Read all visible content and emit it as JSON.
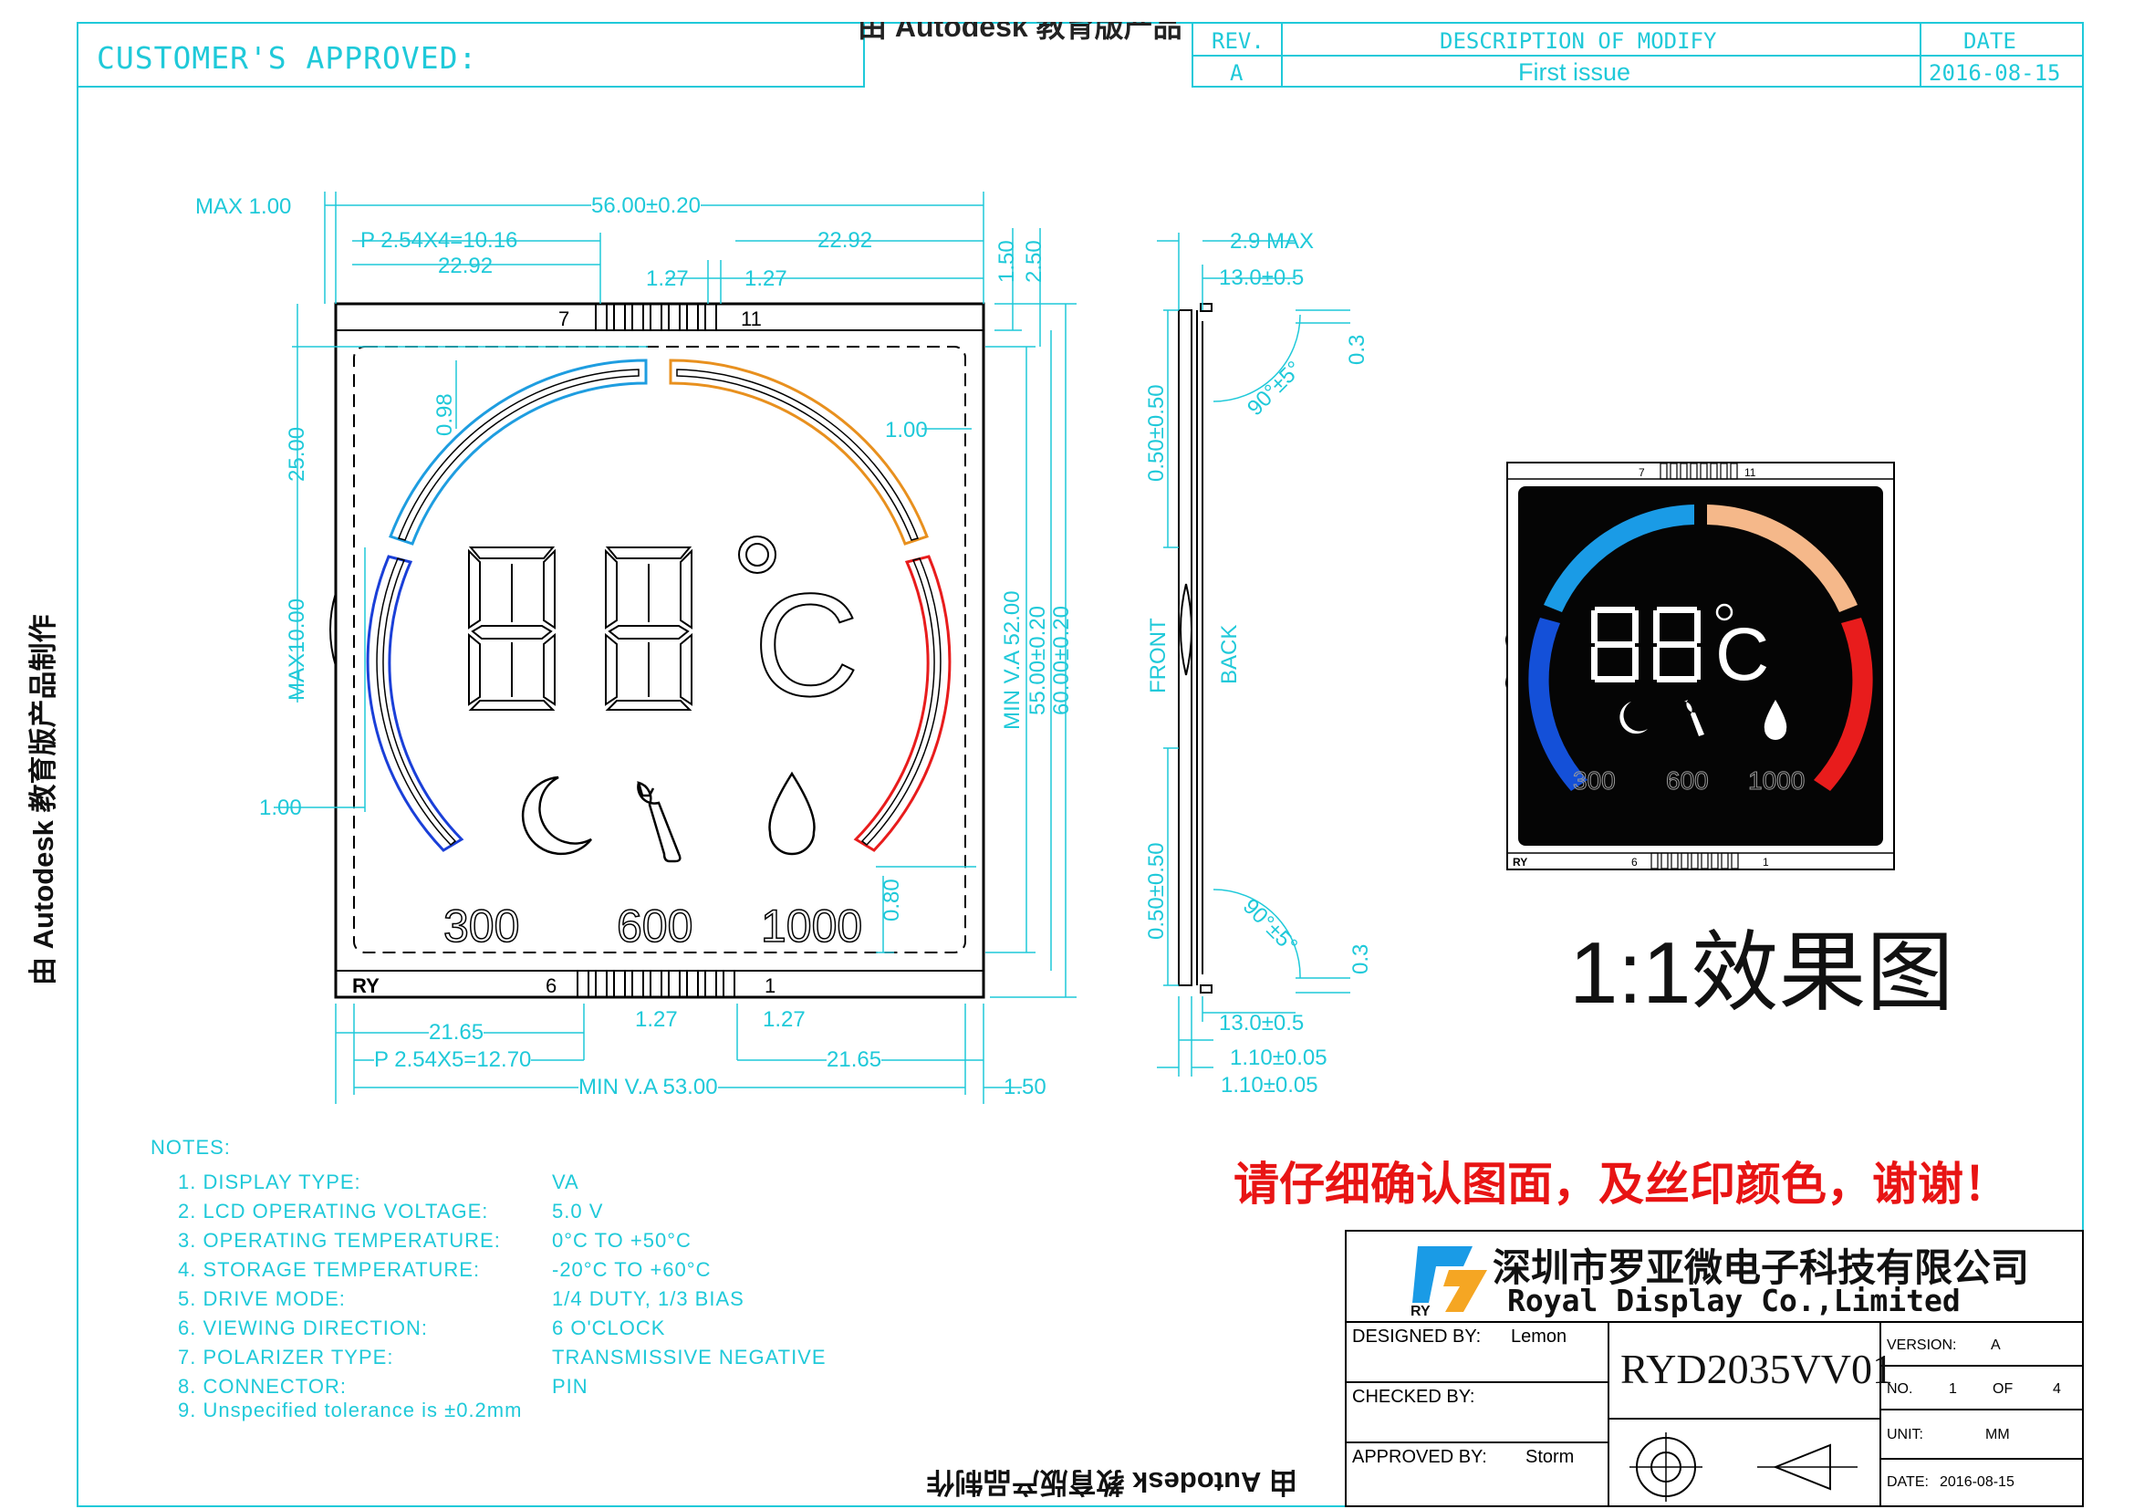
{
  "header": {
    "customer_approved": "CUSTOMER'S  APPROVED:",
    "rev_header": "REV.",
    "desc_header": "DESCRIPTION  OF  MODIFY",
    "date_header": "DATE",
    "rev_value": "A",
    "desc_value": "First  issue",
    "date_value": "2016-08-15",
    "watermark_top": "由 Autodesk 教育版产品制作"
  },
  "watermarks": {
    "left": "由 Autodesk 教育版产品制作",
    "bottom": "由 Autodesk 教育版产品制作"
  },
  "front_view": {
    "dims": {
      "max_1": "MAX  1.00",
      "overall_width": "56.00±0.20",
      "pitch_top": "P  2.54X4=10.16",
      "left_22": "22.92",
      "right_22": "22.92",
      "pin_gap_l": "1.27",
      "pin_gap_r": "1.27",
      "top_150": "1.50",
      "top_250": "2.50",
      "v_25": "25.00",
      "v_098": "0.98",
      "v_max10": "MAX10.00",
      "left_100": "1.00",
      "right_100": "1.00",
      "va_52": "MIN  V.A  52.00",
      "h_55": "55.00±0.20",
      "h_60": "60.00±0.20",
      "v_080": "0.80",
      "bottom_21_l": "21.65",
      "bottom_pitch": "P  2.54X5=12.70",
      "bottom_127_l": "1.27",
      "bottom_127_r": "1.27",
      "bottom_21_r": "21.65",
      "va_53": "MIN  V.A  53.00",
      "bottom_150": "1.50"
    },
    "pins": {
      "top_left": "7",
      "top_right": "11",
      "bottom_left": "6",
      "bottom_right": "1",
      "logo": "RY"
    },
    "segments_text": {
      "deg": "°",
      "c": "C",
      "n300": "300",
      "n600": "600",
      "n1000": "1000"
    }
  },
  "side_view": {
    "max": "2.9  MAX",
    "d13_top": "13.0±0.5",
    "d03_top": "0.3",
    "angle_top": "90°±5°",
    "d050_top": "0.50±0.50",
    "front": "FRONT",
    "back": "BACK",
    "d050_bottom": "0.50±0.50",
    "angle_bottom": "90°±5°",
    "d03_bottom": "0.3",
    "d13_bottom": "13.0±0.5",
    "d110_a": "1.10±0.05",
    "d110_b": "1.10±0.05"
  },
  "preview": {
    "pin_top_left": "7",
    "pin_top_right": "11",
    "pin_bottom_left": "6",
    "pin_bottom_right": "1",
    "logo": "RY",
    "deg": "°",
    "c": "C",
    "n300": "300",
    "n600": "600",
    "n1000": "1000",
    "caption": "1:1效果图",
    "colors": {
      "blue_arc": "#1a9be6",
      "orange_arc": "#f5b88a",
      "left_arc": "#1450d8",
      "right_arc": "#e81c1c"
    }
  },
  "notice": "请仔细确认图面，及丝印颜色，谢谢！",
  "notes": {
    "title": "NOTES:",
    "items": [
      {
        "label": "1.  DISPLAY  TYPE:",
        "value": "VA"
      },
      {
        "label": "2.  LCD  OPERATING  VOLTAGE:",
        "value": "5.0  V"
      },
      {
        "label": "3.  OPERATING  TEMPERATURE:",
        "value": "0°C  TO  +50°C"
      },
      {
        "label": "4.  STORAGE  TEMPERATURE:",
        "value": "-20°C  TO  +60°C"
      },
      {
        "label": "5.  DRIVE  MODE:",
        "value": "1/4  DUTY, 1/3  BIAS"
      },
      {
        "label": "6.  VIEWING  DIRECTION:",
        "value": "6  O'CLOCK"
      },
      {
        "label": "7.  POLARIZER  TYPE:",
        "value": "TRANSMISSIVE  NEGATIVE"
      },
      {
        "label": "8.  CONNECTOR:",
        "value": "PIN"
      },
      {
        "label": "9.  Unspecified  tolerance  is  ±0.2mm",
        "value": ""
      }
    ]
  },
  "title_block": {
    "company_cn": "深圳市罗亚微电子科技有限公司",
    "company_en": "Royal  Display  Co.,Limited",
    "logo_letters": "RY",
    "designed_label": "DESIGNED  BY:",
    "designed_value": "Lemon",
    "checked_label": "CHECKED  BY:",
    "approved_label": "APPROVED  BY:",
    "approved_value": "Storm",
    "part_number": "RYD2035VV01",
    "version_label": "VERSION:",
    "version_value": "A",
    "no_label": "NO.",
    "no_value": "1",
    "of_label": "OF",
    "of_value": "4",
    "unit_label": "UNIT:",
    "unit_value": "MM",
    "date_label": "DATE:",
    "date_value": "2016-08-15"
  }
}
